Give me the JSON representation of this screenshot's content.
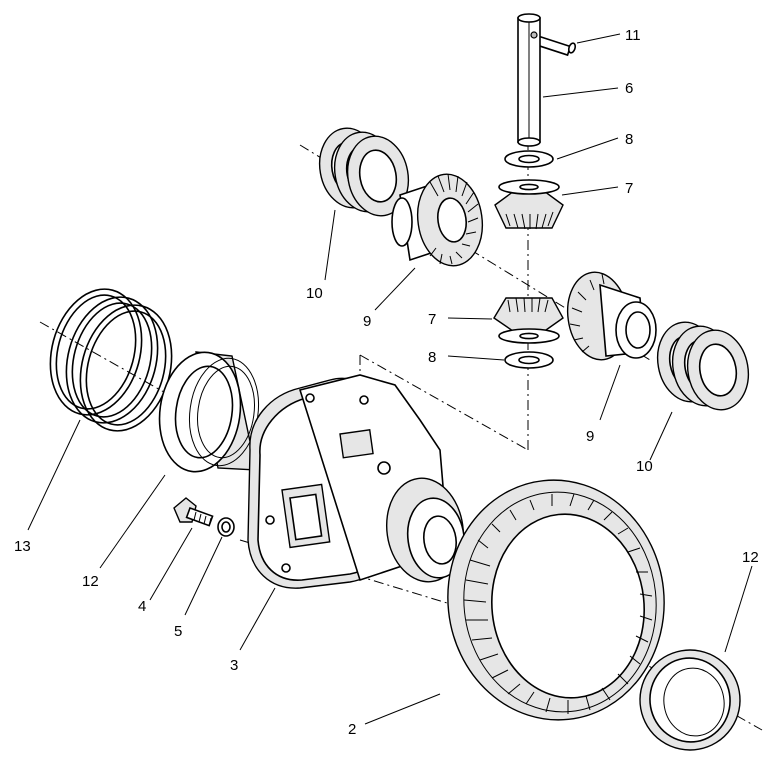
{
  "callouts": [
    {
      "id": "c11",
      "label": "11"
    },
    {
      "id": "c6",
      "label": "6"
    },
    {
      "id": "c8a",
      "label": "8"
    },
    {
      "id": "c7a",
      "label": "7"
    },
    {
      "id": "c10a",
      "label": "10"
    },
    {
      "id": "c9a",
      "label": "9"
    },
    {
      "id": "c7b",
      "label": "7"
    },
    {
      "id": "c8b",
      "label": "8"
    },
    {
      "id": "c9b",
      "label": "9"
    },
    {
      "id": "c10b",
      "label": "10"
    },
    {
      "id": "c13",
      "label": "13"
    },
    {
      "id": "c12a",
      "label": "12"
    },
    {
      "id": "c4",
      "label": "4"
    },
    {
      "id": "c5",
      "label": "5"
    },
    {
      "id": "c3",
      "label": "3"
    },
    {
      "id": "c2",
      "label": "2"
    },
    {
      "id": "c12b",
      "label": "12"
    }
  ]
}
